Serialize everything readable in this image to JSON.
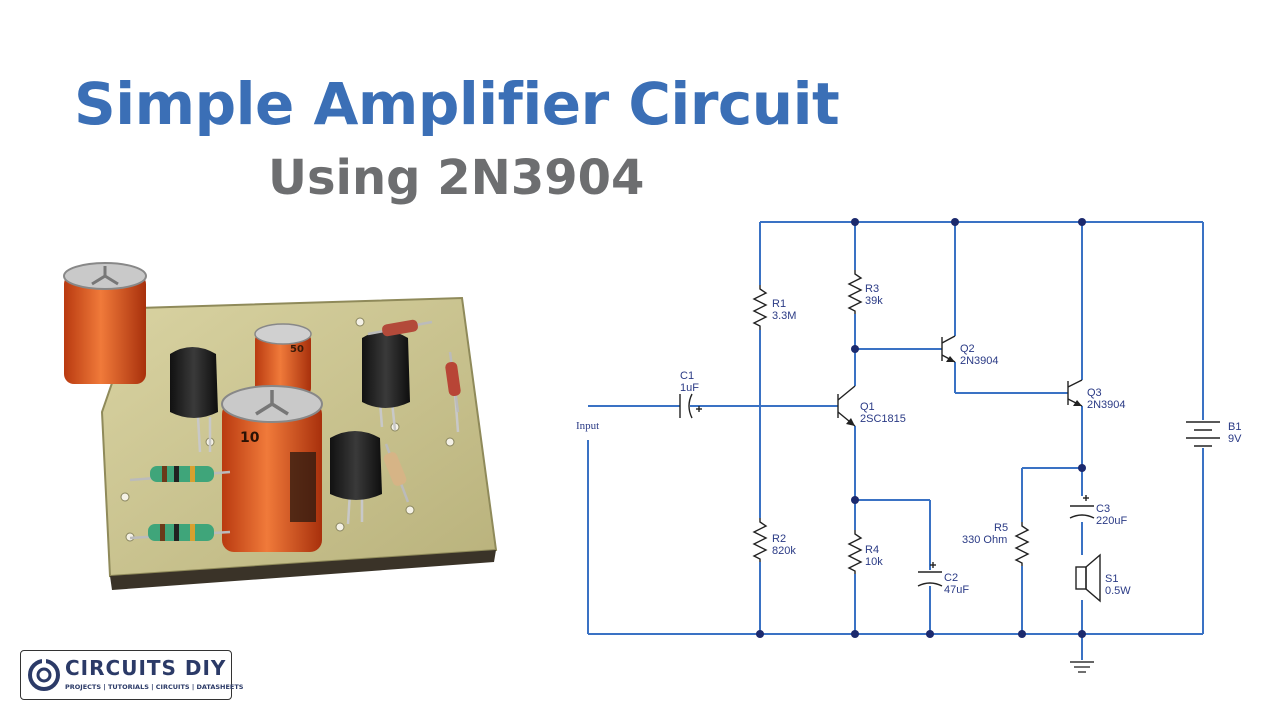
{
  "header": {
    "title": "Simple Amplifier Circuit",
    "subtitle": "Using 2N3904"
  },
  "schematic": {
    "input_label": "Input",
    "components": [
      {
        "id": "c1",
        "ref": "C1",
        "value": "1uF"
      },
      {
        "id": "r1",
        "ref": "R1",
        "value": "3.3M"
      },
      {
        "id": "r2",
        "ref": "R2",
        "value": "820k"
      },
      {
        "id": "r3",
        "ref": "R3",
        "value": "39k"
      },
      {
        "id": "r4",
        "ref": "R4",
        "value": "10k"
      },
      {
        "id": "q1",
        "ref": "Q1",
        "value": "2SC1815"
      },
      {
        "id": "q2",
        "ref": "Q2",
        "value": "2N3904"
      },
      {
        "id": "q3",
        "ref": "Q3",
        "value": "2N3904"
      },
      {
        "id": "c2",
        "ref": "C2",
        "value": "47uF"
      },
      {
        "id": "r5",
        "ref": "R5",
        "value": "330 Ohm"
      },
      {
        "id": "c3",
        "ref": "C3",
        "value": "220uF"
      },
      {
        "id": "s1",
        "ref": "S1",
        "value": "0.5W"
      },
      {
        "id": "b1",
        "ref": "B1",
        "value": "9V"
      }
    ]
  },
  "photo": {
    "capacitor_marking": "10",
    "small_cap_marking": "50"
  },
  "logo": {
    "name": "CIRCUITS DIY",
    "tagline": "PROJECTS | TUTORIALS | CIRCUITS | DATASHEETS"
  },
  "colors": {
    "title": "#3b6fb6",
    "subtitle": "#6d6e70",
    "wire": "#3a72c4",
    "label": "#2a3a85"
  }
}
